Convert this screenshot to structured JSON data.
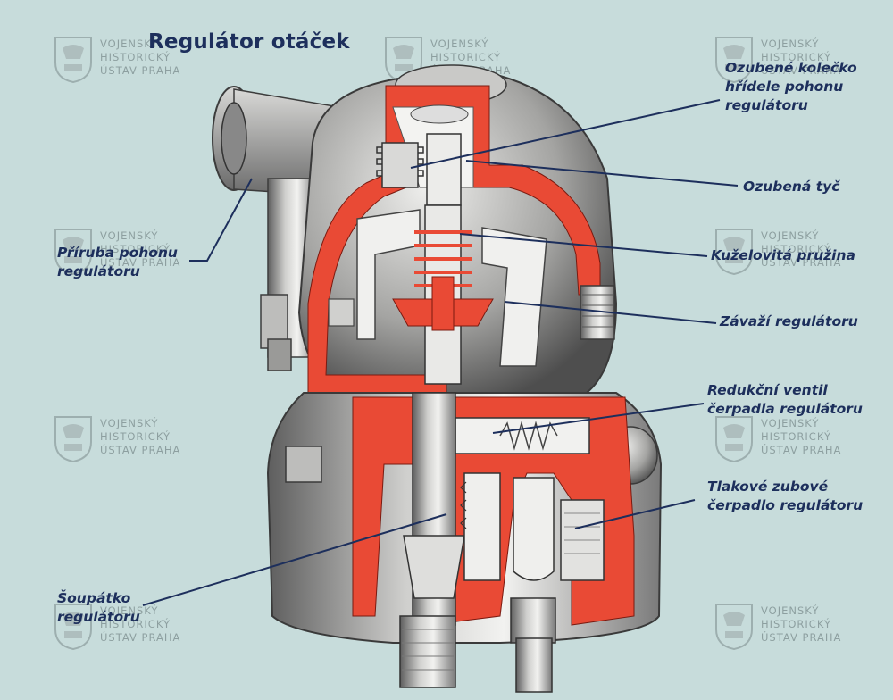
{
  "title": "Regulátor otáček",
  "labels": {
    "ozubene_kolecko": [
      "Ozubené kolečko",
      "hřídele pohonu",
      "regulátoru"
    ],
    "ozubena_tyc": [
      "Ozubená tyč"
    ],
    "kuzelovita_pruzina": [
      "Kuželovitá pružina"
    ],
    "zavazi": [
      "Závaží regulátoru"
    ],
    "redukcni_ventil": [
      "Redukční ventil",
      "čerpadla regulátoru"
    ],
    "tlakove_cerpadlo": [
      "Tlakové zubové",
      "čerpadlo regulátoru"
    ],
    "priruba": [
      "Příruba pohonu",
      "regulátoru"
    ],
    "soupatko": [
      "Šoupátko",
      "regulátoru"
    ]
  },
  "watermark": [
    "VOJENSKÝ",
    "HISTORICKÝ",
    "ÚSTAV PRAHA"
  ],
  "colors": {
    "background": "#c7dcdb",
    "text": "#1d2f5c",
    "section_red": "#e94a35",
    "metal_light": "#e8e8e6",
    "metal_dark": "#6f6f6f"
  }
}
